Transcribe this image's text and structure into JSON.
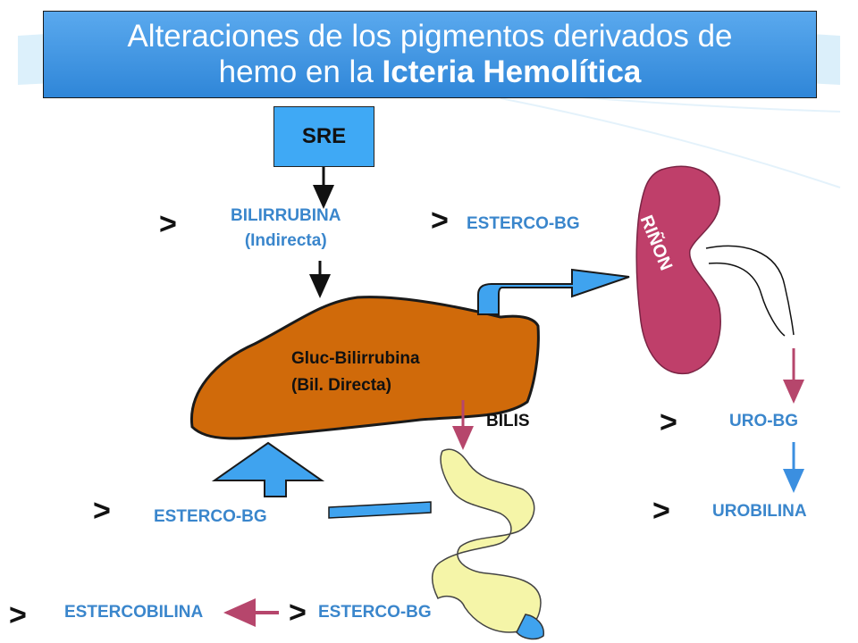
{
  "title": {
    "line1": "Alteraciones de los pigmentos derivados de",
    "line2_prefix": "hemo en la ",
    "line2_bold": "Icteria Hemolítica"
  },
  "labels": {
    "sre": "SRE",
    "bilirrubina_l1": "BILIRRUBINA",
    "bilirrubina_l2": "(Indirecta)",
    "esterco_top": "ESTERCO-BG",
    "rinon": "RIÑON",
    "gluc_l1": "Gluc-Bilirrubina",
    "gluc_l2": "(Bil.  Directa)",
    "bilis": "BILIS",
    "uro_bg": "URO-BG",
    "urobilina": "UROBILINA",
    "esterco_mid": "ESTERCO-BG",
    "esterco_bottom": "ESTERCO-BG",
    "estercobilina": "ESTERCOBILINA",
    "increase_symbol": ">"
  },
  "colors": {
    "title_bg": "#3a90de",
    "liver": "#d06a0a",
    "kidney": "#bf3f6a",
    "intestine": "#f5f5a8",
    "blue_label": "#3a86cc",
    "arrow_blue": "#3b8fe0",
    "arrow_pink": "#b6466c"
  }
}
